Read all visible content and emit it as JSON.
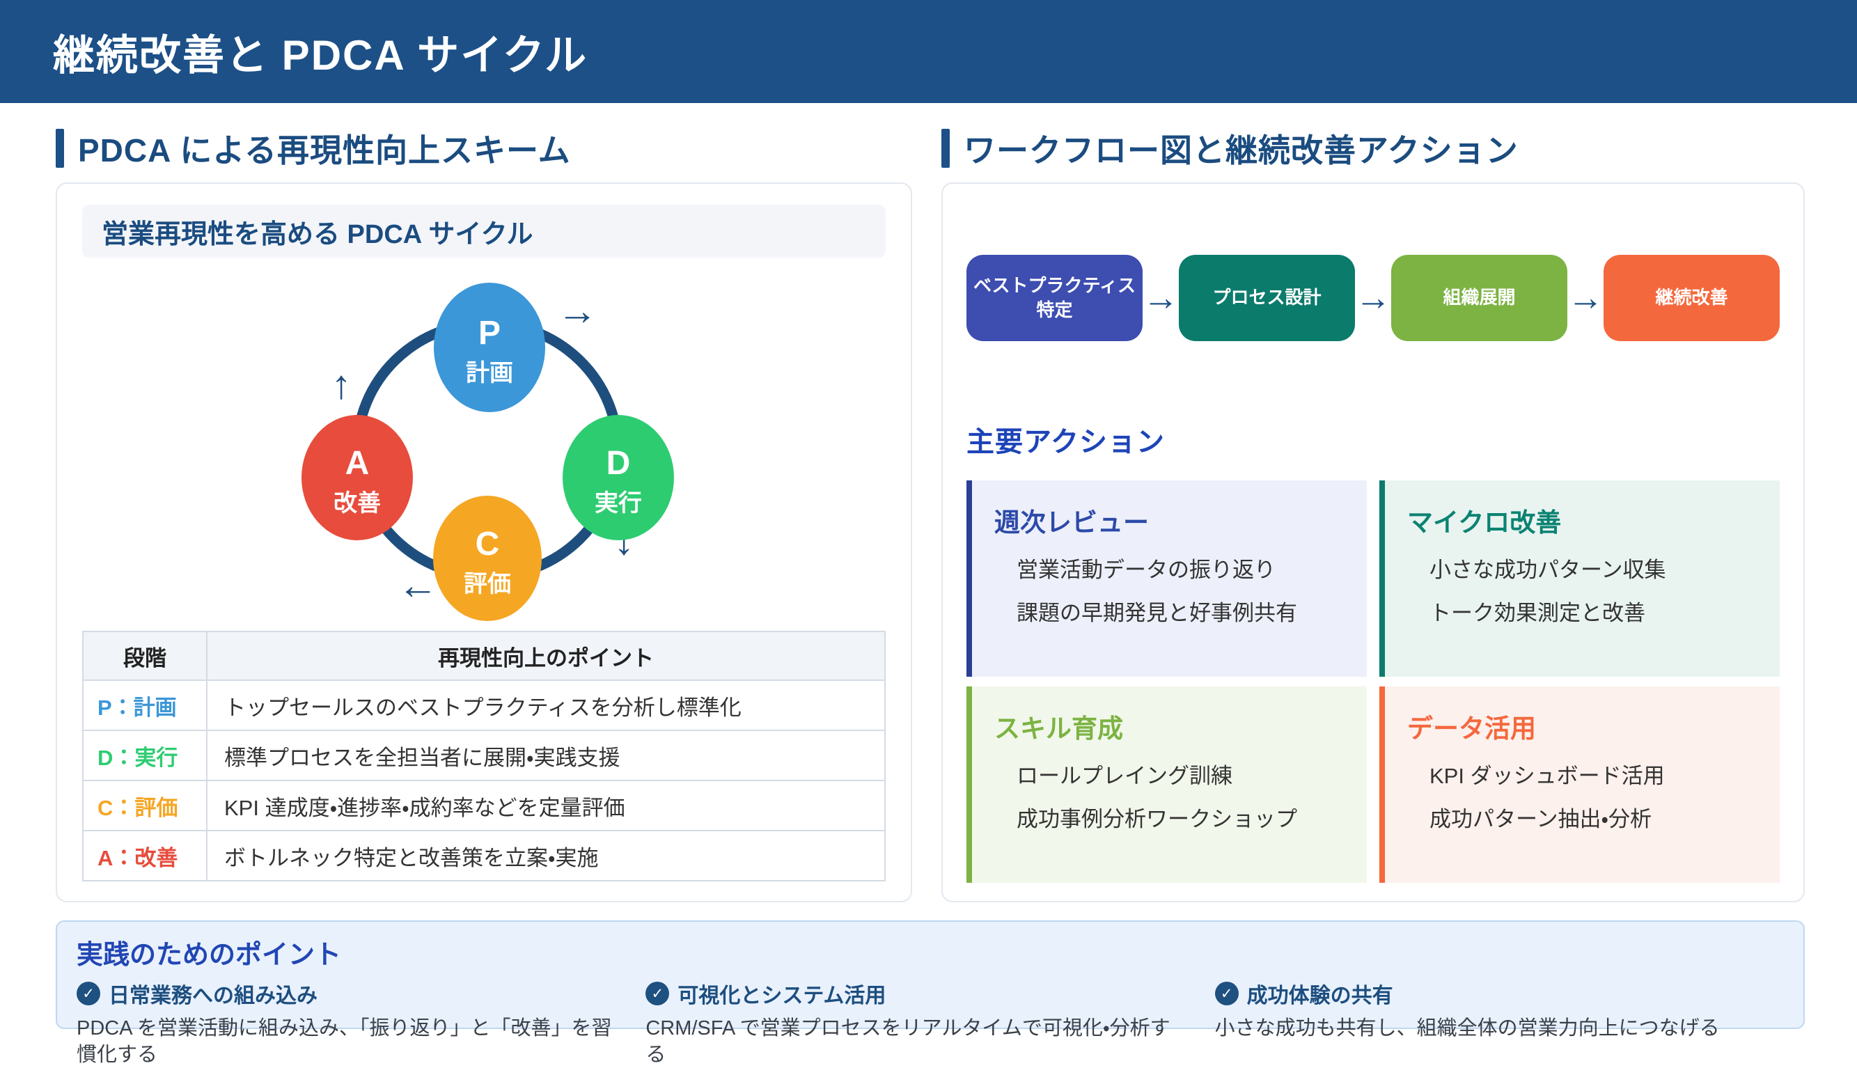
{
  "header": {
    "title": "継続改善と PDCA サイクル"
  },
  "icons": {
    "arrow_right": "→",
    "arrow_down": "↓",
    "arrow_left": "←",
    "arrow_up": "↑",
    "check": "✓"
  },
  "colors": {
    "banner": "#1C5087",
    "section_title": "#1B4C80",
    "ring": "#1E4E7E",
    "royal_blue": "#1D44B8"
  },
  "left": {
    "section_title": "PDCA による再現性向上スキーム",
    "diagram_title": "営業再現性を高める PDCA サイクル",
    "pdca": {
      "plan": {
        "letter": "P",
        "label": "計画",
        "color": "#3B97D8"
      },
      "do": {
        "letter": "D",
        "label": "実行",
        "color": "#2ECC71"
      },
      "check": {
        "letter": "C",
        "label": "評価",
        "color": "#F5A623"
      },
      "act": {
        "letter": "A",
        "label": "改善",
        "color": "#E74C3C"
      }
    },
    "table": {
      "headers": [
        "段階",
        "再現性向上のポイント"
      ],
      "rows": [
        {
          "stage": "P：計画",
          "color": "#3B97D8",
          "point": "トップセールスのベストプラクティスを分析し標準化"
        },
        {
          "stage": "D：実行",
          "color": "#2ECC71",
          "point": "標準プロセスを全担当者に展開・実践支援"
        },
        {
          "stage": "C：評価",
          "color": "#F5A623",
          "point": "KPI 達成度・進捗率・成約率などを定量評価"
        },
        {
          "stage": "A：改善",
          "color": "#E74C3C",
          "point": "ボトルネック特定と改善策を立案・実施"
        }
      ]
    }
  },
  "right": {
    "section_title": "ワークフロー図と継続改善アクション",
    "workflow": [
      {
        "label": "ベストプラクティス特定",
        "color": "#3D4DB0"
      },
      {
        "label": "プロセス設計",
        "color": "#0B7B6C"
      },
      {
        "label": "組織展開",
        "color": "#7CB342"
      },
      {
        "label": "継続改善",
        "color": "#F4683E"
      }
    ],
    "actions_title": "主要アクション",
    "actions": [
      {
        "title": "週次レビュー",
        "title_color": "#2C4AA8",
        "accent": "#2B3F94",
        "bg": "#EDF0FA",
        "items": [
          "営業活動データの振り返り",
          "課題の早期発見と好事例共有"
        ]
      },
      {
        "title": "マイクロ改善",
        "title_color": "#0C8372",
        "accent": "#0B7B6C",
        "bg": "#E9F4F1",
        "items": [
          "小さな成功パターン収集",
          "トーク効果測定と改善"
        ]
      },
      {
        "title": "スキル育成",
        "title_color": "#7CB342",
        "accent": "#7CB342",
        "bg": "#F2F7EB",
        "items": [
          "ロールプレイング訓練",
          "成功事例分析ワークショップ"
        ]
      },
      {
        "title": "データ活用",
        "title_color": "#F4683E",
        "accent": "#F4683E",
        "bg": "#FDF1ED",
        "items": [
          "KPI ダッシュボード活用",
          "成功パターン抽出・分析"
        ]
      }
    ]
  },
  "footer": {
    "title": "実践のためのポイント",
    "points": [
      {
        "title": "日常業務への組み込み",
        "desc": "PDCA を営業活動に組み込み、「振り返り」と「改善」を習慣化する"
      },
      {
        "title": "可視化とシステム活用",
        "desc": "CRM/SFA で営業プロセスをリアルタイムで可視化・分析する"
      },
      {
        "title": "成功体験の共有",
        "desc": "小さな成功も共有し、組織全体の営業力向上につなげる"
      }
    ]
  }
}
